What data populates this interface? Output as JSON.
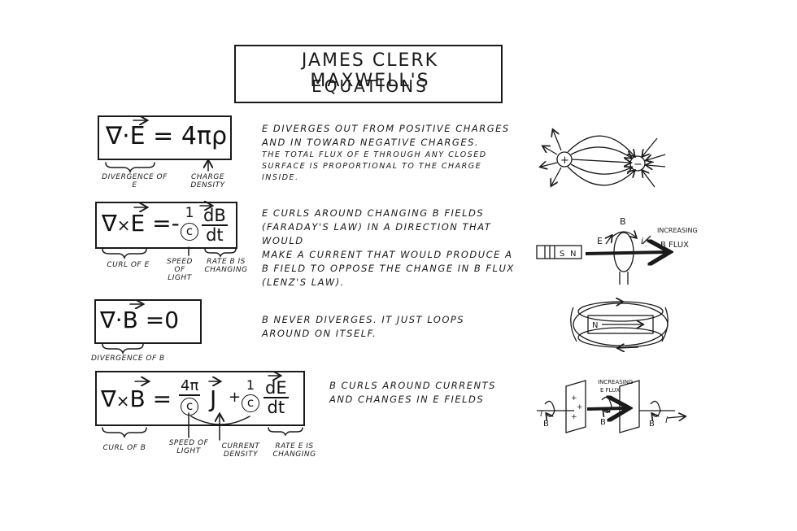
{
  "title": {
    "line1": "JAMES CLERK MAXWELL'S",
    "line2": "EQUATIONS"
  },
  "equations": [
    {
      "latex": "∇·E = 4πρ",
      "lhs": "∇·E",
      "rhs": "= 4πρ",
      "labels": [
        "DIVERGENCE OF E",
        "CHARGE DENSITY"
      ],
      "description": [
        "E DIVERGES OUT FROM POSITIVE CHARGES",
        "AND IN TOWARD NEGATIVE CHARGES.",
        "THE TOTAL FLUX OF E THROUGH ANY CLOSED",
        "SURFACE IS PROPORTIONAL TO THE CHARGE INSIDE."
      ]
    },
    {
      "latex": "∇×E = -1/c dB/dt",
      "labels": [
        "CURL OF E",
        "SPEED OF LIGHT",
        "RATE B IS CHANGING"
      ],
      "description": [
        "E CURLS AROUND CHANGING B FIELDS",
        "(FARADAY'S LAW) IN A DIRECTION THAT WOULD",
        "MAKE A CURRENT THAT WOULD PRODUCE A",
        "B FIELD TO OPPOSE THE CHANGE IN B FLUX",
        "(LENZ'S LAW)."
      ]
    },
    {
      "latex": "∇·B = 0",
      "labels": [
        "DIVERGENCE OF B"
      ],
      "description": [
        "B NEVER DIVERGES. IT JUST LOOPS",
        "AROUND ON ITSELF."
      ]
    },
    {
      "latex": "∇×B = 4π/c J + 1/c dE/dt",
      "labels": [
        "CURL OF B",
        "SPEED OF LIGHT",
        "CURRENT DENSITY",
        "RATE E IS CHANGING"
      ],
      "description": [
        "B CURLS AROUND CURRENTS",
        "AND CHANGES IN E FIELDS"
      ]
    }
  ],
  "symbols": {
    "nabla": "∇",
    "dot": "·",
    "cross": "×",
    "E": "E",
    "B": "B",
    "J": "J",
    "eq": "=",
    "four_pi_rho": "4πρ",
    "four_pi": "4π",
    "minus": "-",
    "plus": "+",
    "one": "1",
    "c": "c",
    "zero": "0",
    "dB": "dB",
    "dE": "dE",
    "dt": "dt"
  },
  "diagrams": {
    "dipole": {
      "positive": "+",
      "negative": "−"
    },
    "faraday": {
      "magnet_s": "S",
      "magnet_n": "N",
      "e_label": "E",
      "b_label": "B",
      "i_label": "i",
      "flux_label_1": "INCREASING",
      "flux_label_2": "B FLUX"
    },
    "solenoid": {
      "magnet_n": "N"
    },
    "capacitor": {
      "plus_sign": "+",
      "flux_label_1": "INCREASING",
      "flux_label_2": "E FLUX",
      "i_label": "i",
      "b_label": "B"
    }
  }
}
